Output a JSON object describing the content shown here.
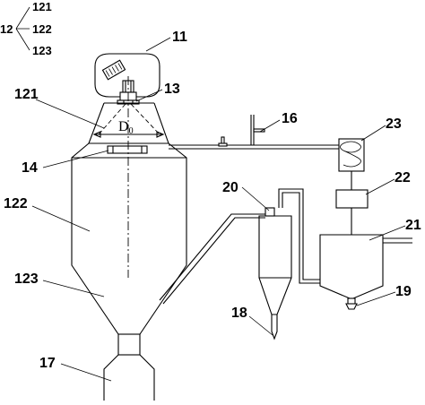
{
  "labels": {
    "l11": "11",
    "l12": "12",
    "l121_legend": "121",
    "l122_legend": "122",
    "l123_legend": "123",
    "l121": "121",
    "l13": "13",
    "l14": "14",
    "l16": "16",
    "l17": "17",
    "l18": "18",
    "l19": "19",
    "l20": "20",
    "l21": "21",
    "l22": "22",
    "l23": "23",
    "l122": "122",
    "l123": "123",
    "d0_main": "D",
    "d0_sub": "0"
  }
}
